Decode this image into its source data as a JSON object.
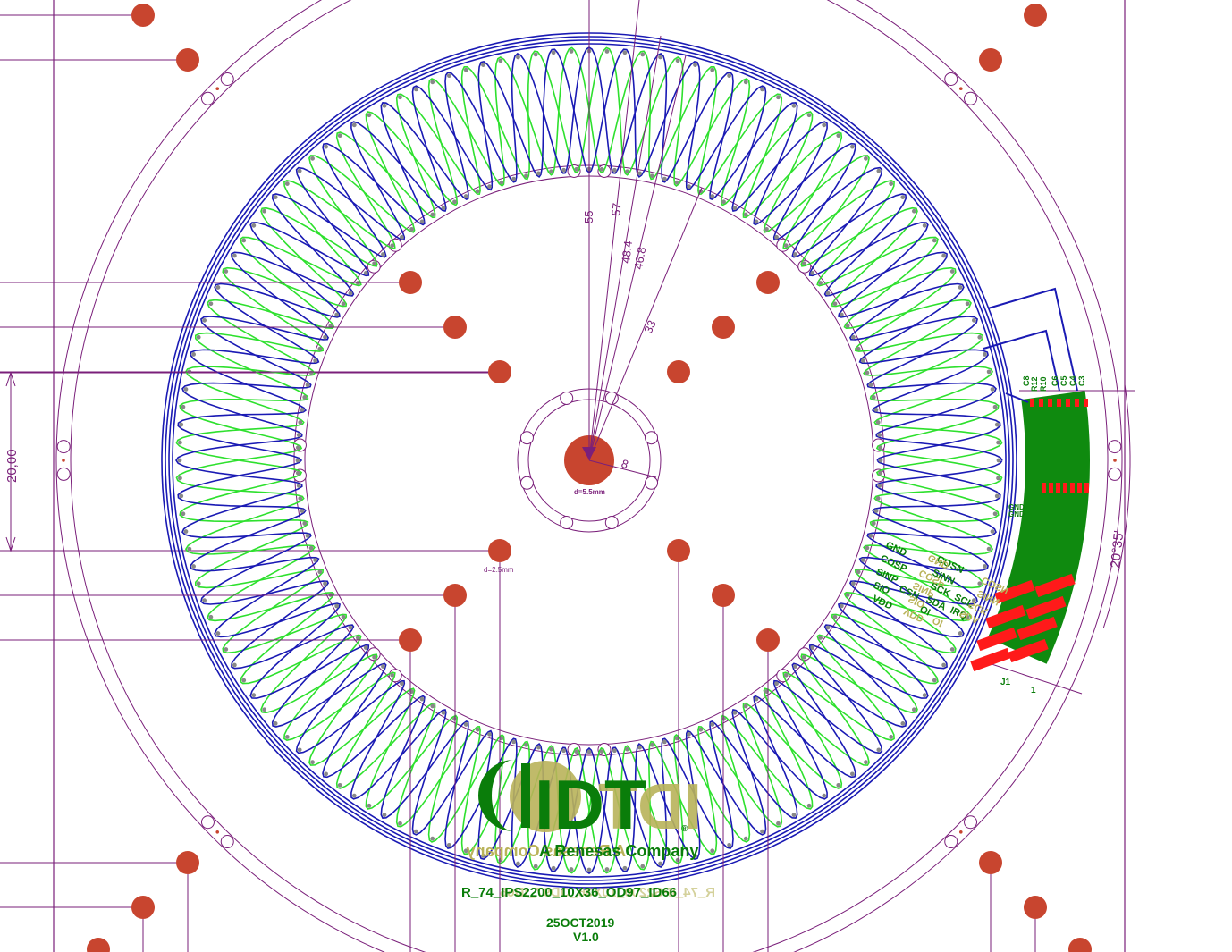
{
  "colors": {
    "outline": "#7a1f7a",
    "coil_a": "#1a1ab4",
    "coil_b": "#2ee02e",
    "pad": "#c8452f",
    "via": "#888888",
    "silk_top": "#0a7d0a",
    "silk_bottom": "#b9b35a",
    "smd_pad": "#ff1a1a",
    "copper_fill": "#0f8a0f"
  },
  "dimensions": {
    "radius_55": "55",
    "radius_57": "57",
    "radius_48_4": "48.4",
    "radius_46_8": "46.8",
    "radius_33": "33",
    "radius_8": "8",
    "center_hole": "d=5.5mm",
    "small_hole": "d=2.5mm",
    "spacing": "20,00",
    "angle": "20°35'"
  },
  "connector": {
    "components": [
      "C8",
      "R12",
      "R10",
      "C6",
      "C5",
      "C4",
      "C3"
    ],
    "ref": "J1",
    "pin1": "1",
    "gnd_labels": [
      "GND",
      "GND"
    ],
    "pin_labels_top": [
      "GND",
      "COSN",
      "COSP",
      "SINN",
      "SINP",
      "SCK_SCL",
      "SIO",
      "SDA",
      "CSN",
      "IRQ",
      "VDD",
      "OI"
    ],
    "pin_labels_bottom": [
      "GND",
      "COSN",
      "COSP",
      "SINN",
      "SINP",
      "SCK",
      "SIO",
      "SDA",
      "VDD",
      "OI"
    ]
  },
  "logo": {
    "brand": "IDT",
    "tagline": "A Renesas Company",
    "registered": "®"
  },
  "board_text": {
    "part_name": "R_74_IPS2200_10X36_OD97_ID66",
    "date": "25OCT2019",
    "version": "V1.0"
  }
}
